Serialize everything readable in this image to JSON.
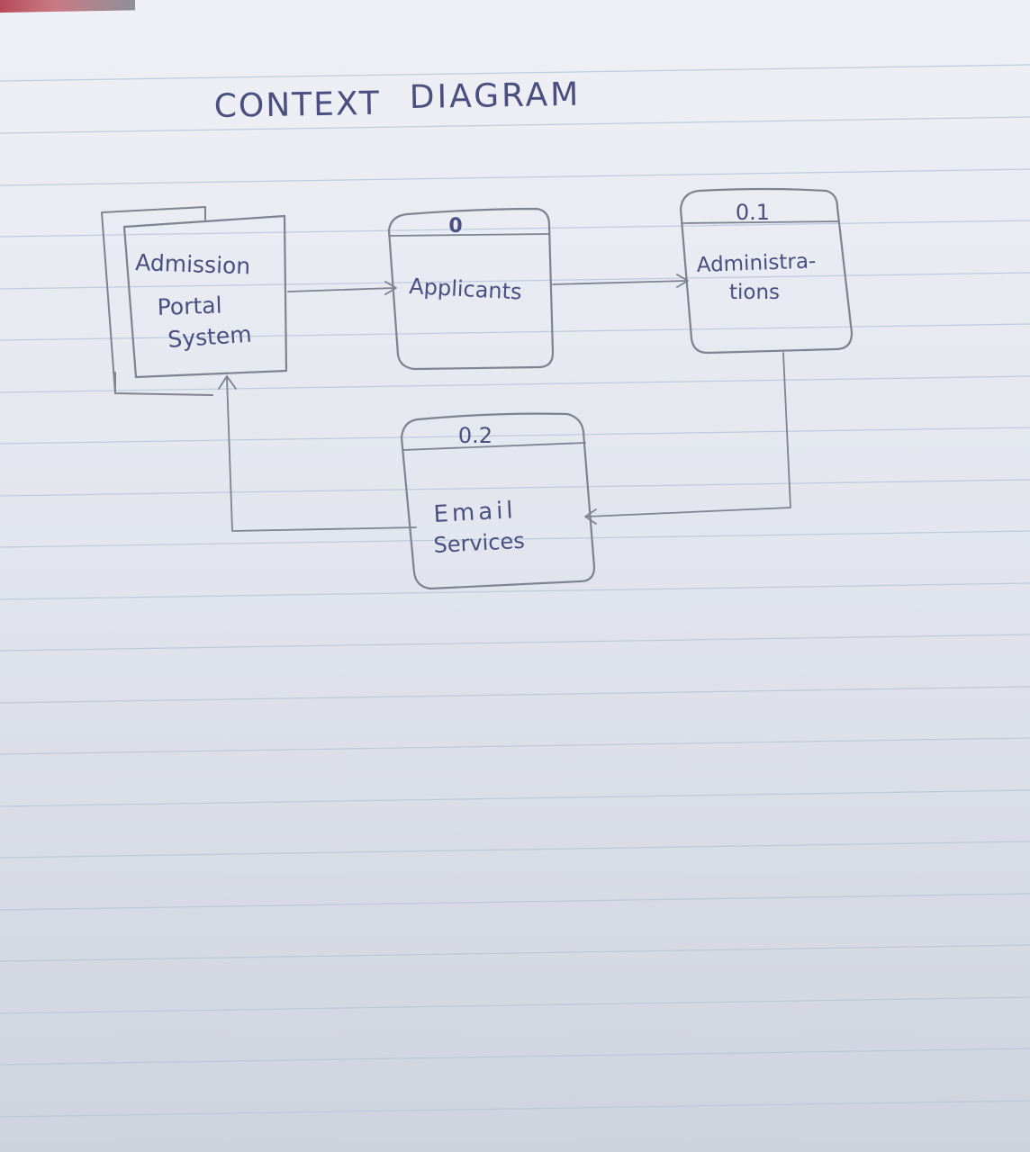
{
  "title": {
    "word1": "CONTEXT",
    "word2": "DIAGRAM"
  },
  "external_entity": {
    "line1": "Admission",
    "line2": "Portal",
    "line3": "System"
  },
  "process_applicants": {
    "id": "0",
    "label": "Applicants"
  },
  "process_administrations": {
    "id": "0.1",
    "line1": "Administra-",
    "line2": "tions"
  },
  "process_email": {
    "id": "0.2",
    "line1": "Email",
    "line2": "Services"
  },
  "colors": {
    "ink": "#4a4f80",
    "pencil": "#7f8290",
    "ruled_line": "#b9c6dc"
  }
}
